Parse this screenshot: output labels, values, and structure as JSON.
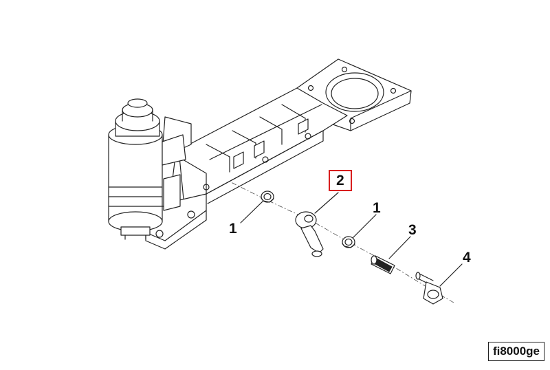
{
  "diagram": {
    "reference_code": "fi8000ge",
    "callouts": [
      {
        "id": "c-1a",
        "label": "1",
        "highlighted": false
      },
      {
        "id": "c-2",
        "label": "2",
        "highlighted": true
      },
      {
        "id": "c-1b",
        "label": "1",
        "highlighted": false
      },
      {
        "id": "c-3",
        "label": "3",
        "highlighted": false
      },
      {
        "id": "c-4",
        "label": "4",
        "highlighted": false
      }
    ],
    "colors": {
      "highlight": "#d81e1e",
      "line": "#222222",
      "background": "#ffffff"
    }
  }
}
